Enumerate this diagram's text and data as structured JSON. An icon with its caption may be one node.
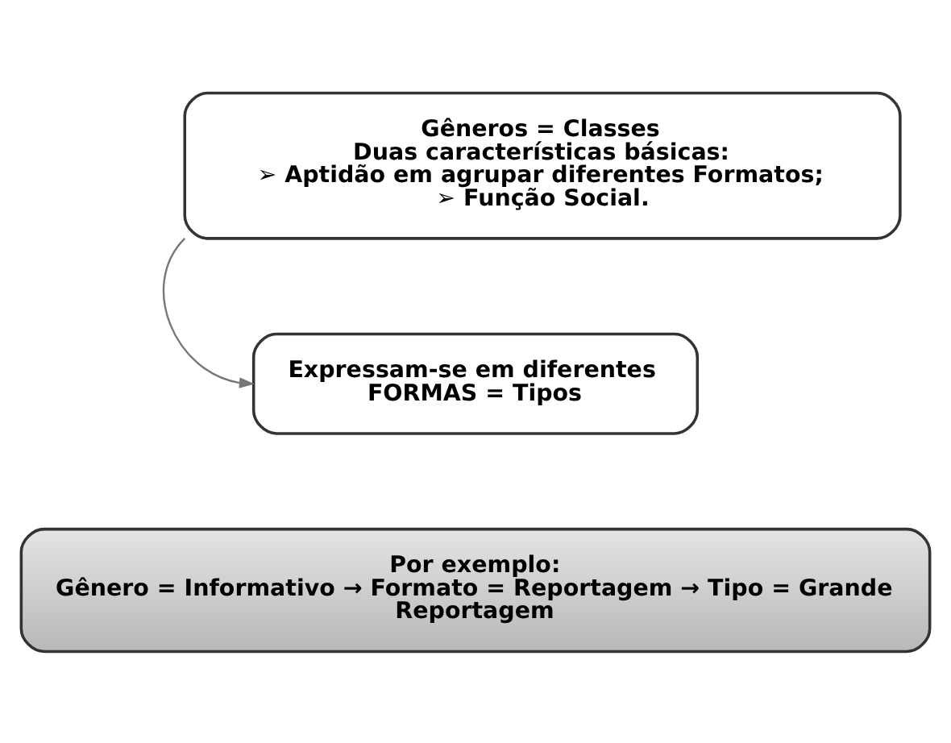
{
  "diagram": {
    "nodes": [
      {
        "text": [
          "Gêneros = Classes",
          "Duas características básicas:",
          "➢ Aptidão em agrupar diferentes Formatos;",
          "➢ Função Social."
        ]
      },
      {
        "text": [
          "Expressam-se em diferentes FORMAS = Tipos"
        ]
      },
      {
        "text": [
          "Por exemplo:",
          "Gênero = Informativo → Formato = Reportagem → Tipo = Grande Reportagem"
        ]
      }
    ],
    "edges": [
      {
        "from": 0,
        "to": 1,
        "arrow": "to"
      }
    ]
  }
}
